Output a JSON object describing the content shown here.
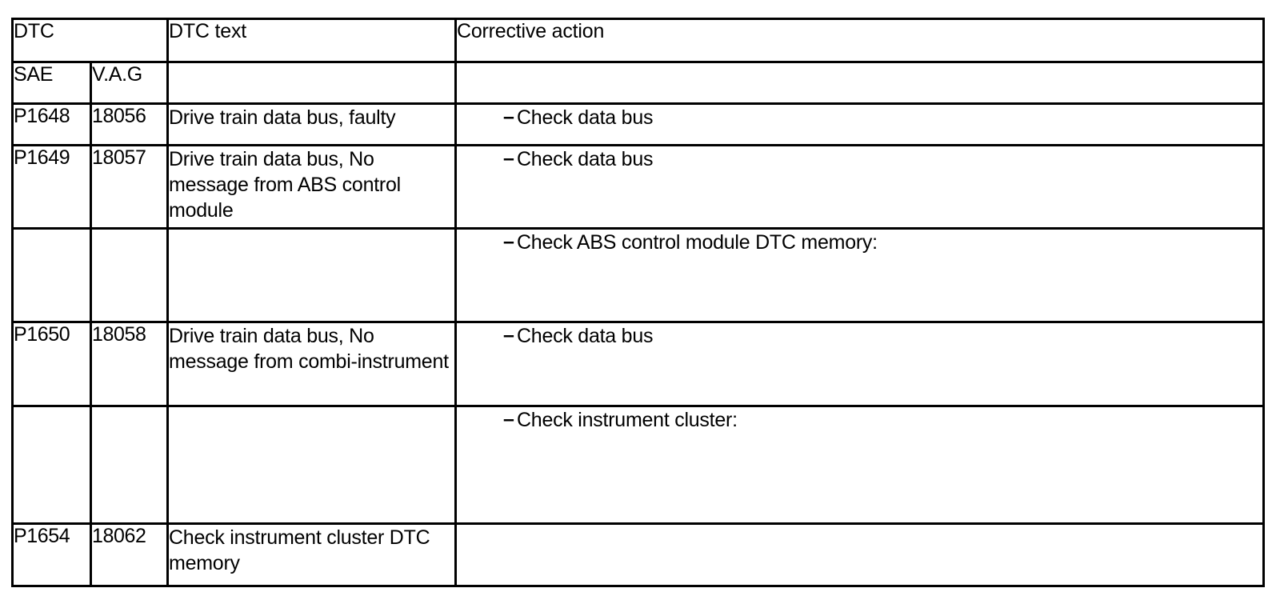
{
  "table": {
    "columns": {
      "group_header": "DTC",
      "sub_headers": [
        "SAE",
        "V.A.G"
      ],
      "dtc_text_header": "DTC text",
      "corrective_action_header": "Corrective action"
    },
    "bullet_marker": "–",
    "rows": [
      {
        "sae": "P1648",
        "vag": "18056",
        "dtc_text": "Drive train data bus, faulty",
        "actions": [
          "Check data bus"
        ],
        "height": 52,
        "thin_bottom": false
      },
      {
        "sae": "P1649",
        "vag": "18057",
        "dtc_text": "Drive train data bus, No message from ABS control module",
        "actions": [
          "Check data bus"
        ],
        "height": 104,
        "thin_bottom": false
      },
      {
        "sae": "",
        "vag": "",
        "dtc_text": "",
        "actions": [
          "Check ABS control module DTC memory:"
        ],
        "height": 117,
        "thin_bottom": true
      },
      {
        "sae": "P1650",
        "vag": "18058",
        "dtc_text": "Drive train data bus, No message from combi-instrument",
        "actions": [
          "Check data bus"
        ],
        "height": 105,
        "thin_bottom": false
      },
      {
        "sae": "",
        "vag": "",
        "dtc_text": "",
        "actions": [
          "Check instrument cluster:"
        ],
        "height": 147,
        "thin_bottom": false
      },
      {
        "sae": "P1654",
        "vag": "18062",
        "dtc_text": "Check instrument cluster DTC memory",
        "actions": [],
        "height": 78,
        "thin_bottom": false
      }
    ]
  }
}
